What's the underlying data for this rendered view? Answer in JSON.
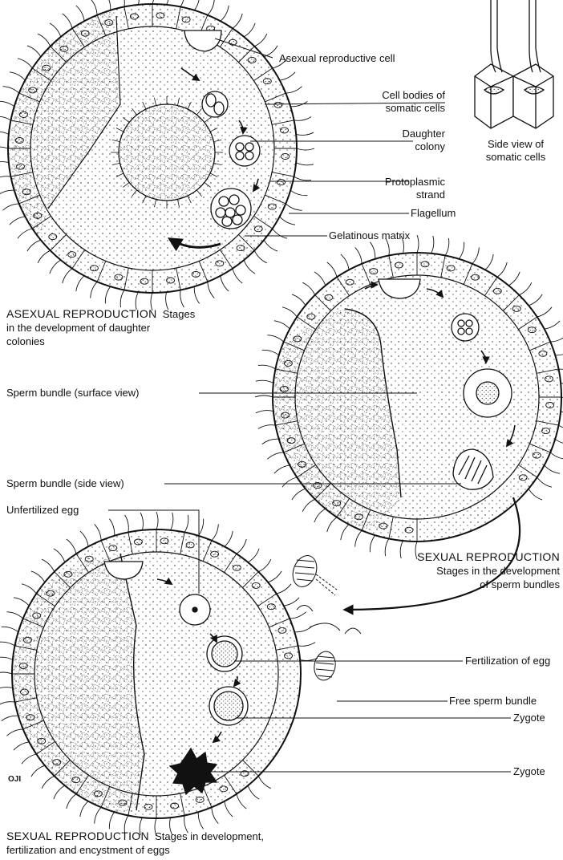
{
  "labels": {
    "asexual_reproductive_cell": "Asexual reproductive cell",
    "cell_bodies_1": "Cell bodies of",
    "cell_bodies_2": "somatic cells",
    "daughter_1": "Daughter",
    "daughter_2": "colony",
    "side_view_1": "Side view of",
    "side_view_2": "somatic cells",
    "protoplasmic_1": "Protoplasmic",
    "protoplasmic_2": "strand",
    "flagellum": "Flagellum",
    "gelatinous_matrix": "Gelatinous matrix",
    "sperm_bundle_surface": "Sperm bundle (surface view)",
    "sperm_bundle_side": "Sperm bundle (side view)",
    "unfertilized_egg": "Unfertilized egg",
    "fertilization_of_egg": "Fertilization of egg",
    "free_sperm_bundle": "Free sperm bundle",
    "zygote_1": "Zygote",
    "zygote_2": "Zygote",
    "artist_mark": "OJI"
  },
  "captions": {
    "asexual_title": "ASEXUAL REPRODUCTION",
    "asexual_body_1": "Stages",
    "asexual_body_2": "in the development of daughter",
    "asexual_body_3": "colonies",
    "sexual1_title": "SEXUAL REPRODUCTION",
    "sexual1_body_1": "Stages in the development",
    "sexual1_body_2": "of sperm bundles",
    "sexual2_title": "SEXUAL REPRODUCTION",
    "sexual2_body_1": "Stages in development,",
    "sexual2_body_2": "fertilization and encystment of eggs"
  },
  "colors": {
    "ink": "#111111",
    "paper": "#ffffff"
  }
}
